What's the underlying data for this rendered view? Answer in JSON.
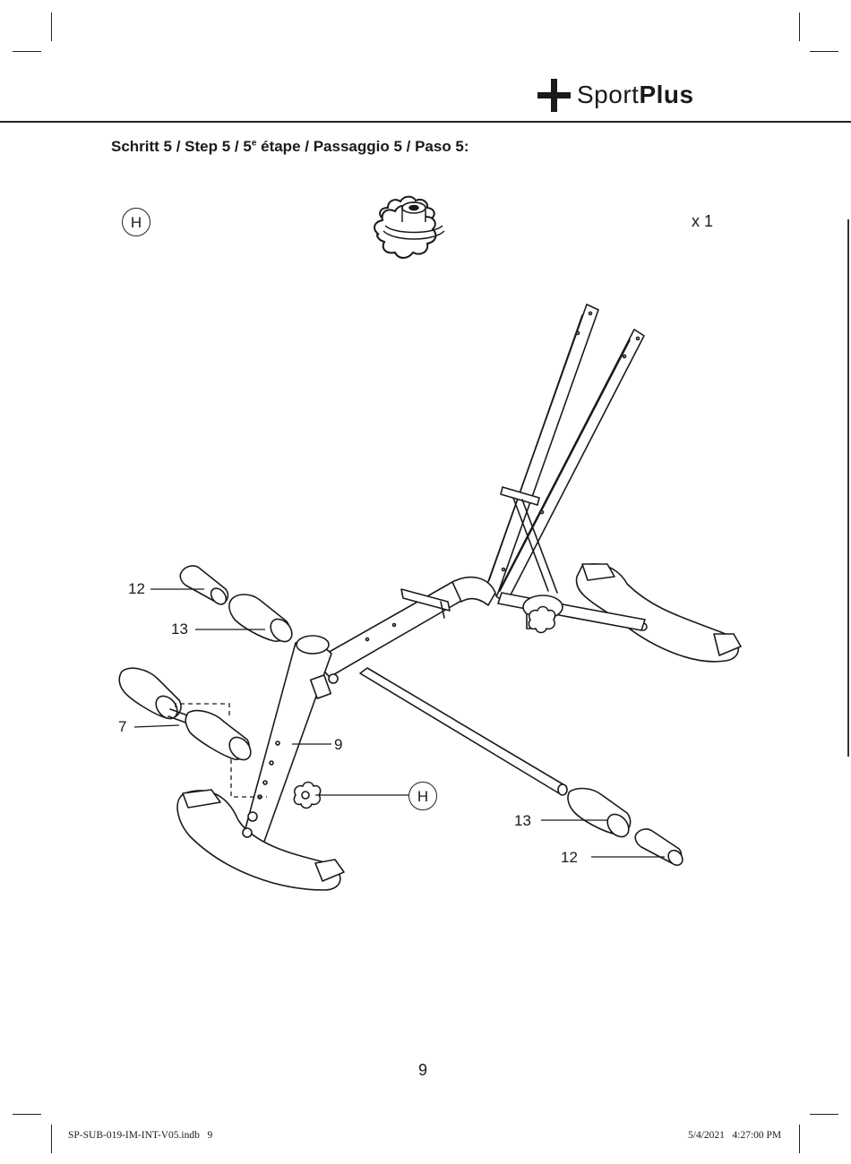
{
  "header": {
    "brand_regular": "Sport",
    "brand_bold": "Plus"
  },
  "step": {
    "heading": "Schritt 5 / Step 5 / 5e étape / Passaggio 5 / Paso 5:",
    "heading_main": "Schritt 5 / Step 5 / 5",
    "heading_sup": "e",
    "heading_rest": " étape / Passaggio 5 / Paso 5:"
  },
  "parts": {
    "part_letter": "H",
    "quantity": "x 1",
    "part_icon": "star-knob-icon"
  },
  "callouts": {
    "c12_top": "12",
    "c13_top": "13",
    "c7": "7",
    "c9": "9",
    "h_bottom": "H",
    "c13_bottom": "13",
    "c12_bottom": "12"
  },
  "page": {
    "number": "9"
  },
  "footer": {
    "file": "SP-SUB-019-IM-INT-V05.indb   9",
    "date": "5/4/2021   4:27:00 PM"
  }
}
